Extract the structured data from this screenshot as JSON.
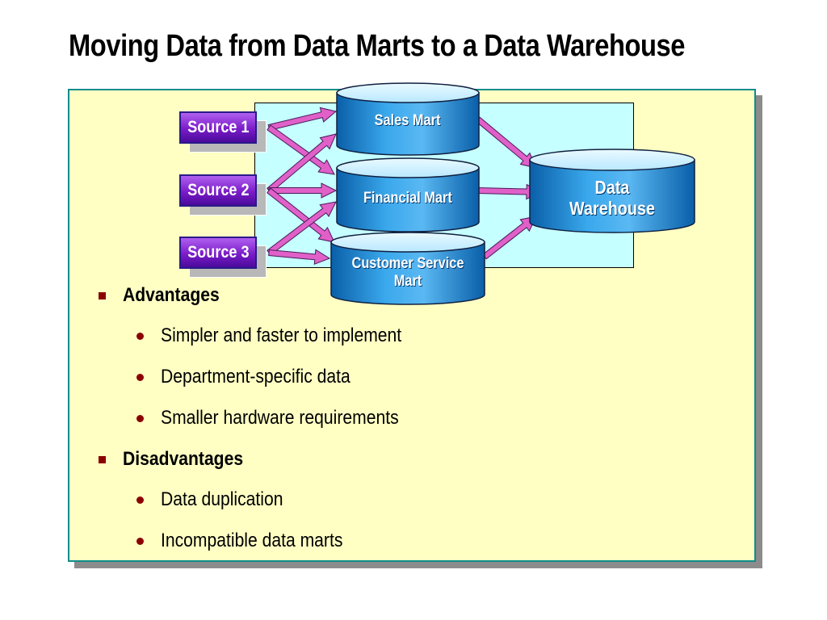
{
  "slide": {
    "title": "Moving Data from Data Marts to a Data Warehouse"
  },
  "diagram": {
    "sources": [
      {
        "id": "source1",
        "label": "Source 1"
      },
      {
        "id": "source2",
        "label": "Source 2"
      },
      {
        "id": "source3",
        "label": "Source 3"
      }
    ],
    "marts": [
      {
        "id": "sales",
        "label": "Sales Mart"
      },
      {
        "id": "financial",
        "label": "Financial Mart"
      },
      {
        "id": "customer",
        "label": "Customer Service Mart"
      }
    ],
    "warehouse": {
      "label": "Data Warehouse"
    },
    "edges": [
      [
        "source1",
        "sales"
      ],
      [
        "source1",
        "financial"
      ],
      [
        "source2",
        "sales"
      ],
      [
        "source2",
        "financial"
      ],
      [
        "source2",
        "customer"
      ],
      [
        "source3",
        "financial"
      ],
      [
        "source3",
        "customer"
      ],
      [
        "sales",
        "warehouse"
      ],
      [
        "financial",
        "warehouse"
      ],
      [
        "customer",
        "warehouse"
      ]
    ],
    "colors": {
      "arrow": "#e060c8",
      "source": "#7a1cc8",
      "cylinder": "#1e90d8",
      "panel": "#ffffc4",
      "diagram_bg": "#c6ffff"
    }
  },
  "content": {
    "advantages": {
      "heading": "Advantages",
      "items": [
        "Simpler and faster to implement",
        "Department-specific data",
        "Smaller hardware requirements"
      ]
    },
    "disadvantages": {
      "heading": "Disadvantages",
      "items": [
        "Data duplication",
        "Incompatible data marts"
      ]
    }
  }
}
